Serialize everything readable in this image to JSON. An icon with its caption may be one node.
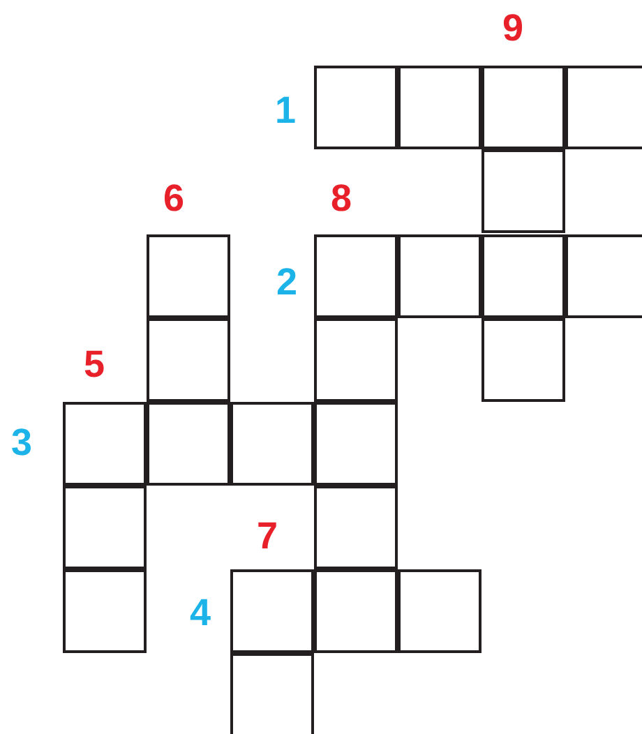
{
  "diagram": {
    "labels": [
      "9",
      "1",
      "6",
      "8",
      "2",
      "5",
      "3",
      "7",
      "4"
    ]
  }
}
